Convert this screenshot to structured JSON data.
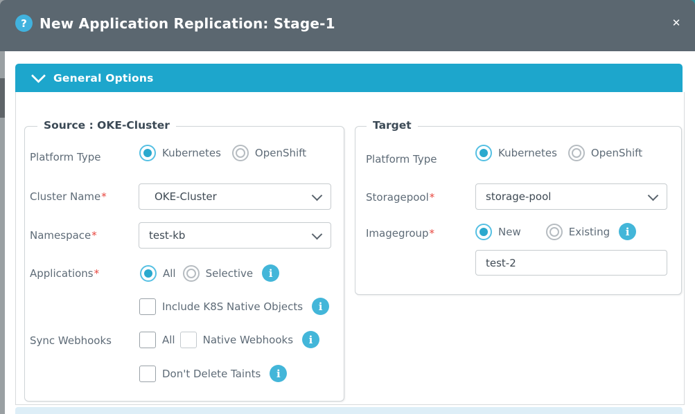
{
  "colors": {
    "header_bg": "#5b6770",
    "accent_cyan": "#1da6cc",
    "info_badge": "#43b6d9",
    "radio_selected": "#2aa9ce",
    "required_red": "#e8473f",
    "next_section_strip": "#ddeef7"
  },
  "icons": {
    "help_glyph": "?",
    "close_glyph": "✕",
    "info_glyph": "i"
  },
  "modal": {
    "title": "New Application Replication: Stage-1"
  },
  "sections": {
    "general": {
      "label": "General Options",
      "expanded": true
    }
  },
  "source": {
    "legend": "Source : OKE-Cluster",
    "platform_type": {
      "label": "Platform Type",
      "options": [
        "Kubernetes",
        "OpenShift"
      ],
      "selected": "Kubernetes"
    },
    "cluster_name": {
      "label": "Cluster Name",
      "required": "*",
      "value": "OKE-Cluster"
    },
    "namespace": {
      "label": "Namespace",
      "required": "*",
      "value": "test-kb"
    },
    "applications": {
      "label": "Applications",
      "required": "*",
      "options": [
        "All",
        "Selective"
      ],
      "selected": "All"
    },
    "include_k8s_native_objects": {
      "label": "Include K8S Native Objects",
      "checked": false
    },
    "sync_webhooks": {
      "label": "Sync Webhooks",
      "options": [
        "All",
        "Native Webhooks"
      ],
      "checked": []
    },
    "dont_delete_taints": {
      "label": "Don't Delete Taints",
      "checked": false
    }
  },
  "target": {
    "legend": "Target",
    "platform_type": {
      "label": "Platform Type",
      "options": [
        "Kubernetes",
        "OpenShift"
      ],
      "selected": "Kubernetes"
    },
    "storagepool": {
      "label": "Storagepool",
      "required": "*",
      "value": "storage-pool"
    },
    "imagegroup": {
      "label": "Imagegroup",
      "required": "*",
      "options": [
        "New",
        "Existing"
      ],
      "selected": "New",
      "value": "test-2"
    }
  }
}
